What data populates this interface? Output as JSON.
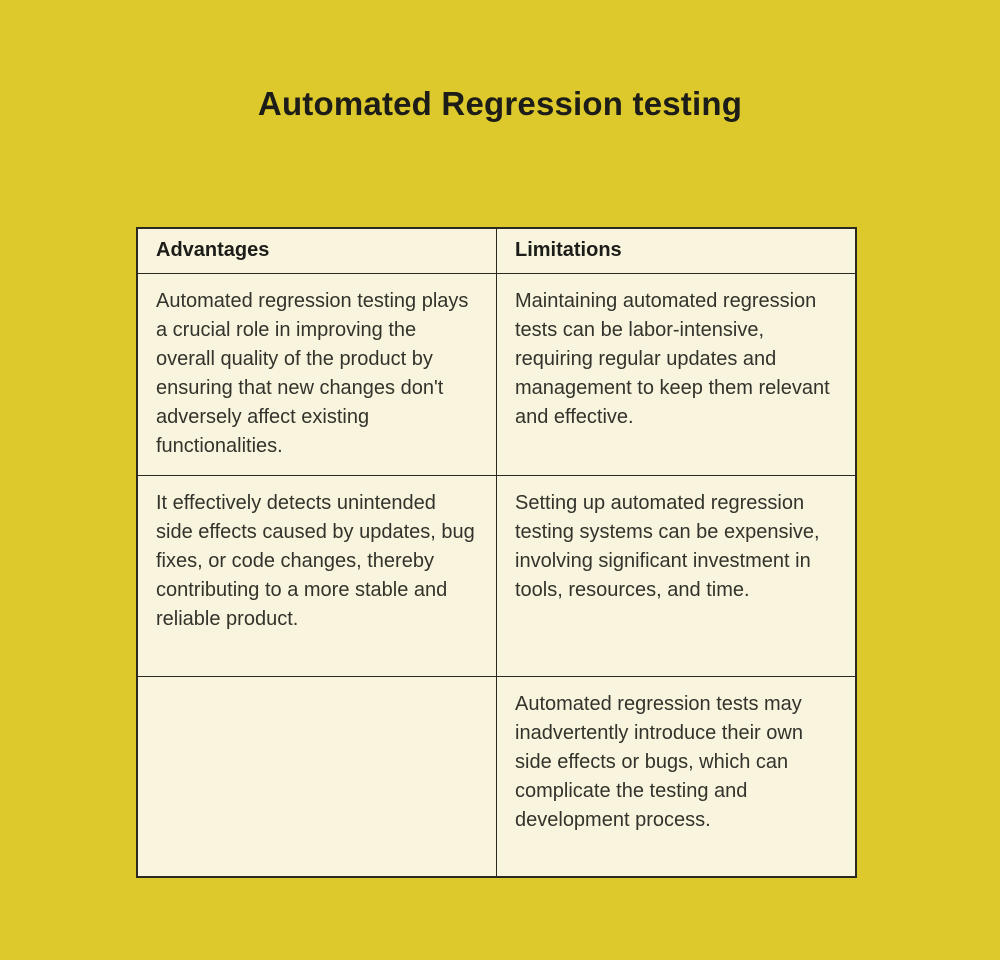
{
  "page": {
    "title": "Automated Regression testing",
    "colors": {
      "background": "#ddc92b",
      "cell_background": "#f8f4de",
      "border": "#2a2a20",
      "body_text": "#33332b",
      "heading_text": "#1c1c18"
    }
  },
  "table": {
    "columns": [
      {
        "header": "Advantages"
      },
      {
        "header": "Limitations"
      }
    ],
    "rows": [
      {
        "advantages": "Automated regression testing plays a crucial role in improving the overall quality of the product by ensuring that new changes don't adversely affect existing functionalities.",
        "limitations": "Maintaining automated regression tests can be labor-intensive, requiring regular updates and management to keep them relevant and effective."
      },
      {
        "advantages": "It effectively detects unintended side effects caused by updates, bug fixes, or code changes, thereby contributing to a more stable and reliable product.",
        "limitations": "Setting up automated regression testing systems can be expensive, involving significant investment in tools, resources, and time."
      },
      {
        "advantages": "",
        "limitations": "Automated regression tests may inadvertently introduce their own side effects or bugs, which can complicate the testing and development process."
      }
    ]
  }
}
